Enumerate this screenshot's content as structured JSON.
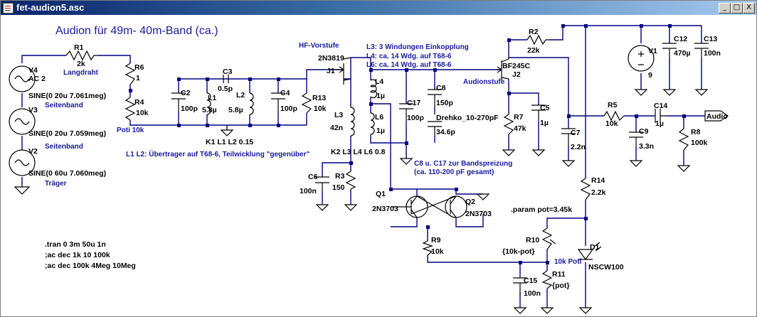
{
  "window": {
    "title": "fet-audion5.asc",
    "min_glyph": "_",
    "max_glyph": "□",
    "close_glyph": "X"
  },
  "title_text": "Audion für 49m- 40m-Band (ca.)",
  "labels": {
    "r1_name": "R1",
    "r1_val": "2k",
    "langdraht": "Langdraht",
    "v4_name": "V4",
    "v4_val": "AC 2",
    "v4_sine": "SINE(0 20u 7.061meg)",
    "v4_band": "Seitenband",
    "v3_name": "V3",
    "v3_sine": "SINE(0 20u 7.059meg)",
    "v3_band": "Seitenband",
    "v2_name": "V2",
    "v2_sine": "SINE(0 60u 7.060meg)",
    "v2_band": "Träger",
    "r6_name": "R6",
    "r6_val": "1",
    "r4_name": "R4",
    "r4_val": "10k",
    "poti": "Poti 10k",
    "c2_name": "C2",
    "c2_val": "100p",
    "l1_name": "L1",
    "l1_val": "5.8µ",
    "c3_name": "C3",
    "c3_val": "0.5p",
    "l2_name": "L2",
    "l2_val": "5.8µ",
    "c4_name": "C4",
    "c4_val": "100p",
    "r13_name": "R13",
    "r13_val": "10k",
    "k1": "K1 L1 L2 0.15",
    "l1l2_note": "L1 L2: Übertrager auf T68-6, Teilwicklung \"gegenüber\"",
    "hf_vorstufe": "HF-Vorstufe",
    "j1_type": "2N3819",
    "j1_name": "J1",
    "l3_name": "L3",
    "l3_val": "42n",
    "k2": "K2 L3 L4 L6 0.8",
    "l4_name": "L4",
    "l4_val": "1µ",
    "l6_name": "L6",
    "l6_val": "1µ",
    "c6_name": "C6",
    "c6_val": "100n",
    "r3_name": "R3",
    "r3_val": "150",
    "note_l3": "L3: 3 Windungen Einkopplung",
    "note_l4": "L4: ca. 14 Wdg. auf T68-6",
    "note_l6": "L6: ca. 14 Wdg. auf T68-6",
    "c17_name": "C17",
    "c17_val": "100p",
    "c8_name": "C8",
    "c8_val": "150p",
    "drehko": "Drehko_10-270pF",
    "c8_range": "34.6p",
    "c8_note1": "C8 u. C17 zur Bandspreizung",
    "c8_note2": "(ca. 110-200 pF gesamt)",
    "r2_name": "R2",
    "r2_val": "22k",
    "j2_type": "BF245C",
    "j2_name": "J2",
    "audiostufe": "Audionstufe",
    "r7_name": "R7",
    "r7_val": "47k",
    "c5_name": "C5",
    "c5_val": "1µ",
    "c12_name": "C12",
    "c12_val": "470µ",
    "c13_name": "C13",
    "c13_val": "100n",
    "v1_name": "V1",
    "v1_val": "9",
    "c7_name": "C7",
    "c7_val": "2.2n",
    "r5_name": "R5",
    "r5_val": "10k",
    "c9_name": "C9",
    "c9_val": "3.3n",
    "c14_name": "C14",
    "c14_val": "1µ",
    "r8_name": "R8",
    "r8_val": "100k",
    "audio": "Audio",
    "q1_name": "Q1",
    "q1_type": "2N3703",
    "q2_name": "Q2",
    "q2_type": "2N3703",
    "r9_name": "R9",
    "r9_val": "10k",
    "param": ".param pot=3.45k",
    "r14_name": "R14",
    "r14_val": "2.2k",
    "r10_name": "R10",
    "r10_val": "{10k-pot}",
    "poti2": "10k Poti",
    "r11_name": "R11",
    "r11_val": "{pot}",
    "d1_name": "D1",
    "d1_type": "NSCW100",
    "c15_name": "C15",
    "c15_val": "100n",
    "spice1": ".tran 0 3m 50u 1n",
    "spice2": ";ac dec 1k 10 100k",
    "spice3": ";ac dec 100k 4Meg 10Meg"
  }
}
